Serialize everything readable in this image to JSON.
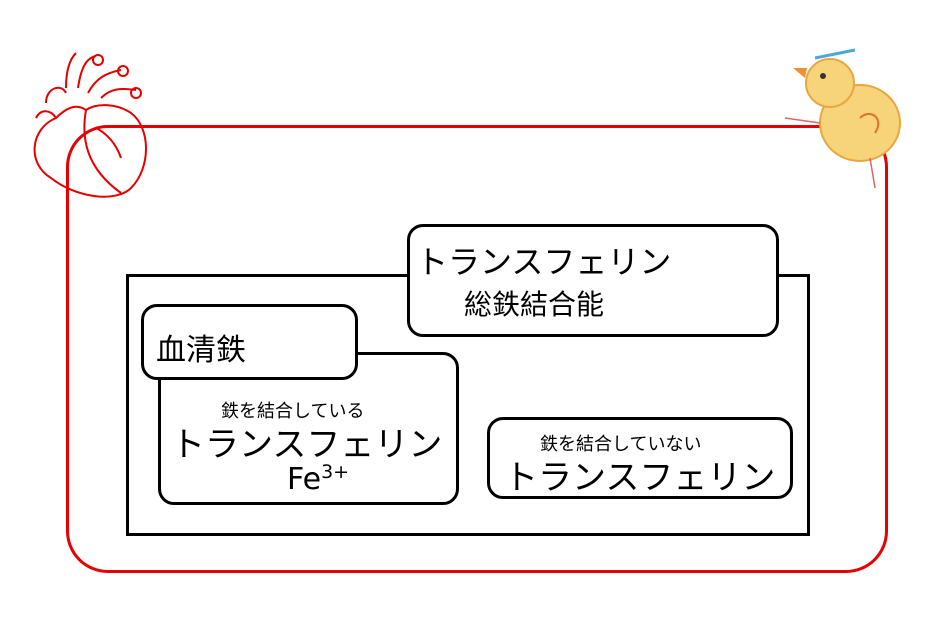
{
  "tibc_box": {
    "line1": "トランスフェリン",
    "line2": "総鉄結合能"
  },
  "serum_iron_box": {
    "label": "血清鉄"
  },
  "bound_box": {
    "small": "鉄を結合している",
    "main": "トランスフェリン",
    "ion": "Fe",
    "charge": "3+"
  },
  "unbound_box": {
    "small": "鉄を結合していない",
    "main": "トランスフェリン"
  },
  "colors": {
    "outer_border": "#e60000",
    "frame": "#000000"
  }
}
